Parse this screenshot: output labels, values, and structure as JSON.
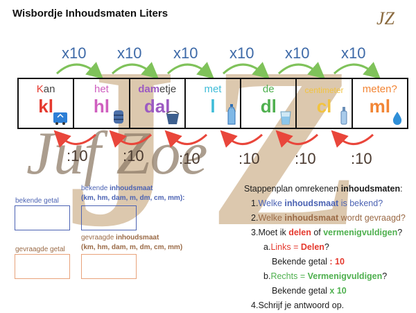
{
  "title": "Wisbordje Inhoudsmaten Liters",
  "logo": "JZ",
  "watermark": {
    "text": "Juf Zoe"
  },
  "colors": {
    "kl": "#e5392e",
    "hl": "#cf5fbf",
    "dal": "#9c5ac2",
    "l": "#3fbcd8",
    "dl": "#4fb04f",
    "cl": "#f2c33e",
    "ml": "#f28535",
    "arrow_top": "#7fc25a",
    "arrow_bottom": "#e9463b",
    "text_blue": "#4b62b3",
    "text_brown": "#9a6a46"
  },
  "units": [
    {
      "word_a": "K",
      "word_b": "an",
      "symbol": "kl",
      "key": "kl",
      "icon": "recycle-bin-icon"
    },
    {
      "word_a": "",
      "word_b": "het",
      "symbol": "hl",
      "key": "hl",
      "icon": "barrel-icon"
    },
    {
      "word_a": "dam",
      "word_b": "etje",
      "symbol": "dal",
      "key": "dal",
      "icon": "bucket-icon"
    },
    {
      "word_a": "",
      "word_b": "met",
      "symbol": "l",
      "key": "l",
      "icon": "bottle-icon"
    },
    {
      "word_a": "",
      "word_b": "de",
      "symbol": "dl",
      "key": "dl",
      "icon": "glass-icon"
    },
    {
      "word_a": "",
      "word_b": "centimeter",
      "symbol": "cl",
      "key": "cl",
      "icon": "spray-bottle-icon"
    },
    {
      "word_a": "",
      "word_b": "meten?",
      "symbol": "ml",
      "key": "ml",
      "icon": "drop-icon"
    }
  ],
  "multiply_label": "x10",
  "divide_label": ":10",
  "form": {
    "known_number_label": "bekende getal",
    "known_unit_label_a": "bekende ",
    "known_unit_label_b": "inhoudsmaat",
    "known_unit_hint": "(km, hm, dam, m, dm, cm, mm):",
    "asked_number_label": "gevraagde getal",
    "asked_unit_label_a": "gevraagde ",
    "asked_unit_label_b": "inhoudsmaat",
    "asked_unit_hint": "(km, hm, dam, m, dm, cm, mm)"
  },
  "plan": {
    "heading_a": "Stappenplan omrekenen ",
    "heading_b": "inhoudsmaten",
    "heading_c": ":",
    "s1_num": "1.",
    "s1_a": "Welke ",
    "s1_b": "inhoudsmaat",
    "s1_c": " is bekend?",
    "s2_num": "2.",
    "s2_a": "Welke ",
    "s2_b": "inhoudsmaat",
    "s2_c": " wordt gevraagd?",
    "s3_num": "3.",
    "s3_a": "Moet ik ",
    "s3_b": "delen",
    "s3_c": " of ",
    "s3_d": "vermenigvuldigen",
    "s3_e": "?",
    "a_num": "a.",
    "a_a": "Links = ",
    "a_b": "Delen",
    "a_c": "?",
    "a_sub_a": "Bekende getal ",
    "a_sub_b": ": 10",
    "b_num": "b.",
    "b_a": "Rechts = ",
    "b_b": "Vermenigvuldigen",
    "b_c": "?",
    "b_sub_a": "Bekende getal ",
    "b_sub_b": "x 10",
    "s4_num": "4.",
    "s4_a": "Schrijf je antwoord op."
  }
}
